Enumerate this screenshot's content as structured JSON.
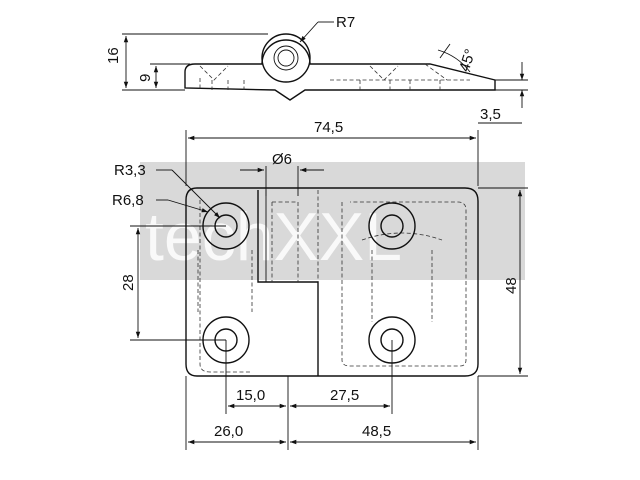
{
  "side_view": {
    "radius_label": "R7",
    "height_total": "16",
    "height_leaf": "9",
    "angle": "45°",
    "thickness": "3,5"
  },
  "top_view": {
    "width_total": "74,5",
    "pin_diameter": "Ø6",
    "hole_radius_small": "R3,3",
    "hole_radius_large": "R6,8",
    "hole_spacing_vertical": "28",
    "height_total": "48",
    "left_hole_to_axis": "15,0",
    "right_hole_from_axis": "27,5",
    "left_leaf_width": "26,0",
    "right_leaf_width": "48,5"
  },
  "watermark": {
    "text": "techXXL",
    "color": "#d9d9d9"
  }
}
